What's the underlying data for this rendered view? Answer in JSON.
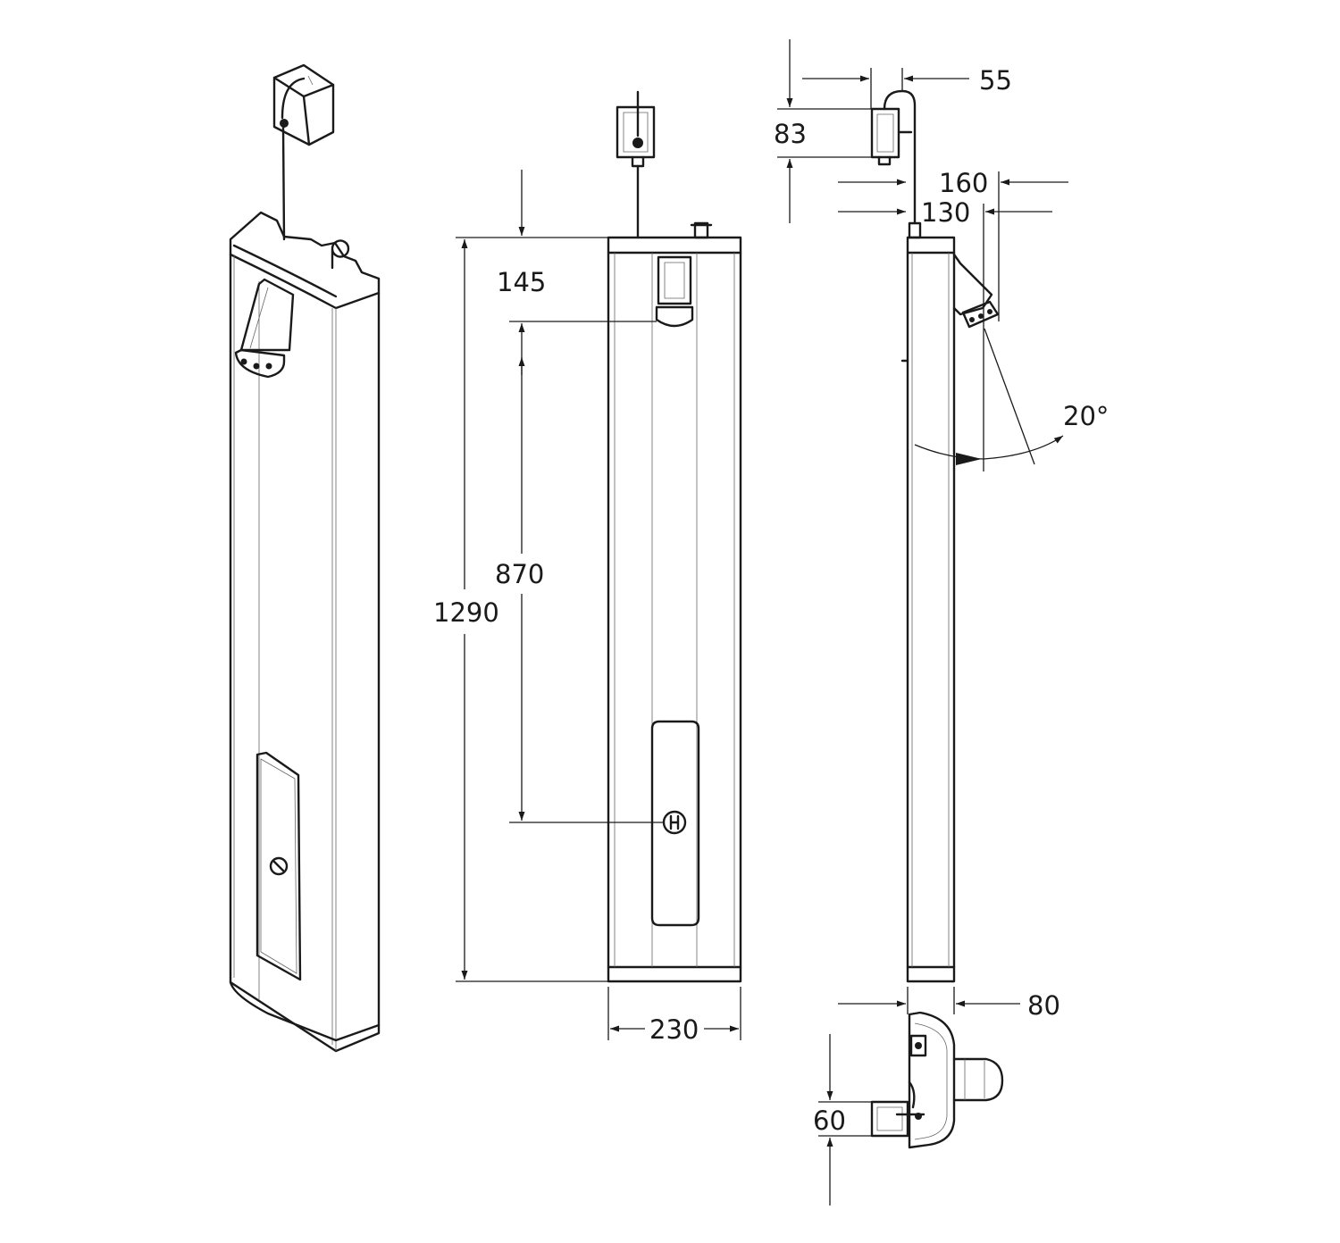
{
  "dimensions": {
    "top_offset": "145",
    "head_to_button": "870",
    "overall_height": "1290",
    "panel_width": "230",
    "box_width": "55",
    "box_height": "83",
    "head_projection_outer": "160",
    "head_projection_inner": "130",
    "spray_angle": "20°",
    "panel_depth": "80",
    "bottom_offset": "60"
  },
  "colors": {
    "line": "#1a1a1a",
    "background": "#ffffff"
  }
}
